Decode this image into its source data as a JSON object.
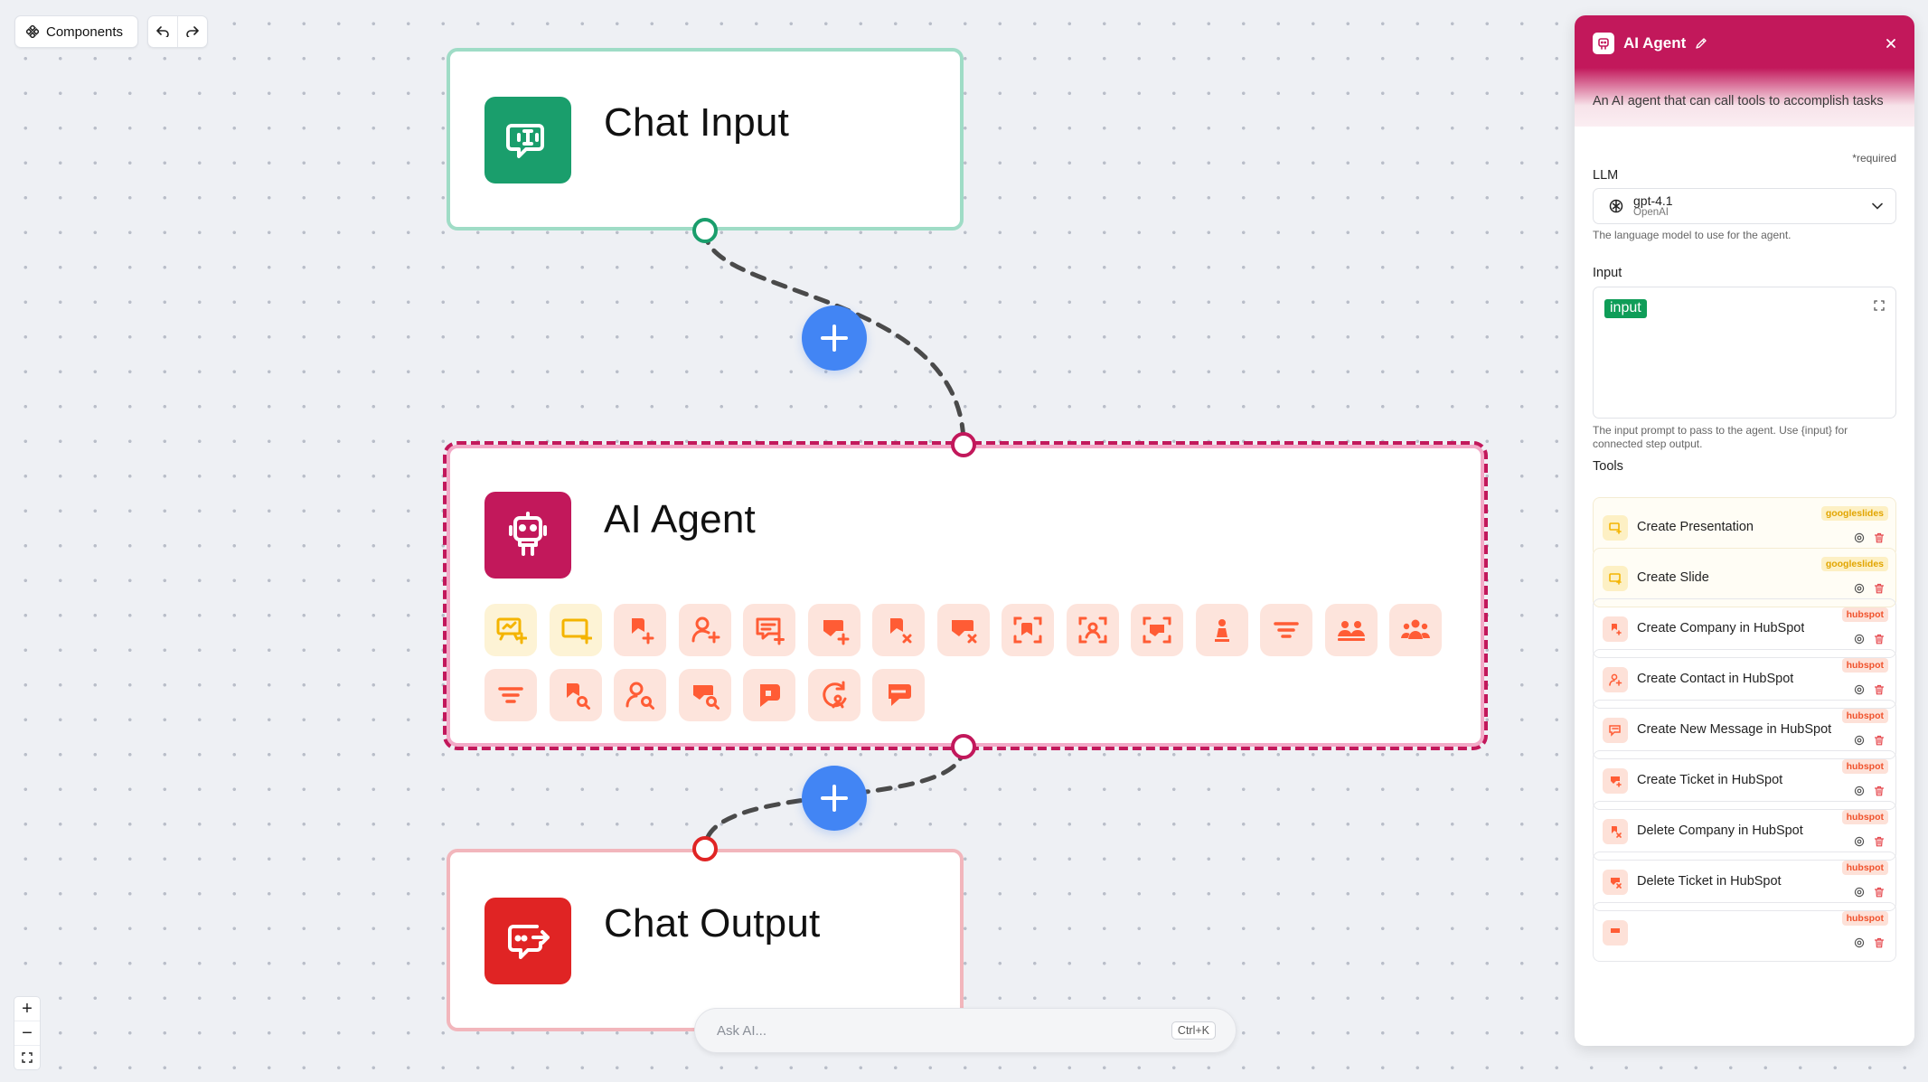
{
  "toolbar": {
    "components_label": "Components"
  },
  "nodes": {
    "chat_input": {
      "title": "Chat Input"
    },
    "ai_agent": {
      "title": "AI Agent"
    },
    "chat_output": {
      "title": "Chat Output"
    }
  },
  "ask_ai": {
    "placeholder": "Ask AI...",
    "shortcut": "Ctrl+K"
  },
  "zoom": {
    "in": "+",
    "out": "−"
  },
  "panel": {
    "title": "AI Agent",
    "description": "An AI agent that can call tools to accomplish tasks",
    "required_note": "*required",
    "llm": {
      "label": "LLM",
      "model": "gpt-4.1",
      "provider": "OpenAI",
      "help": "The language model to use for the agent."
    },
    "input": {
      "label": "Input",
      "tag": "input",
      "help": "The input prompt to pass to the agent. Use {input} for connected step output."
    },
    "tools_label": "Tools",
    "tools": [
      {
        "name": "Create Presentation",
        "badge": "googleslides"
      },
      {
        "name": "Create Slide",
        "badge": "googleslides"
      },
      {
        "name": "Create Company in HubSpot",
        "badge": "hubspot"
      },
      {
        "name": "Create Contact in HubSpot",
        "badge": "hubspot"
      },
      {
        "name": "Create New Message in HubSpot",
        "badge": "hubspot"
      },
      {
        "name": "Create Ticket in HubSpot",
        "badge": "hubspot"
      },
      {
        "name": "Delete Company in HubSpot",
        "badge": "hubspot"
      },
      {
        "name": "Delete Ticket in HubSpot",
        "badge": "hubspot"
      },
      {
        "name": "",
        "badge": "hubspot"
      }
    ]
  },
  "colors": {
    "chat_input": "#1a9e6c",
    "ai_agent": "#c2185b",
    "chat_output": "#e02424",
    "plus": "#4285f4",
    "googleslides": "#f4b400",
    "hubspot": "#ff5c35"
  }
}
